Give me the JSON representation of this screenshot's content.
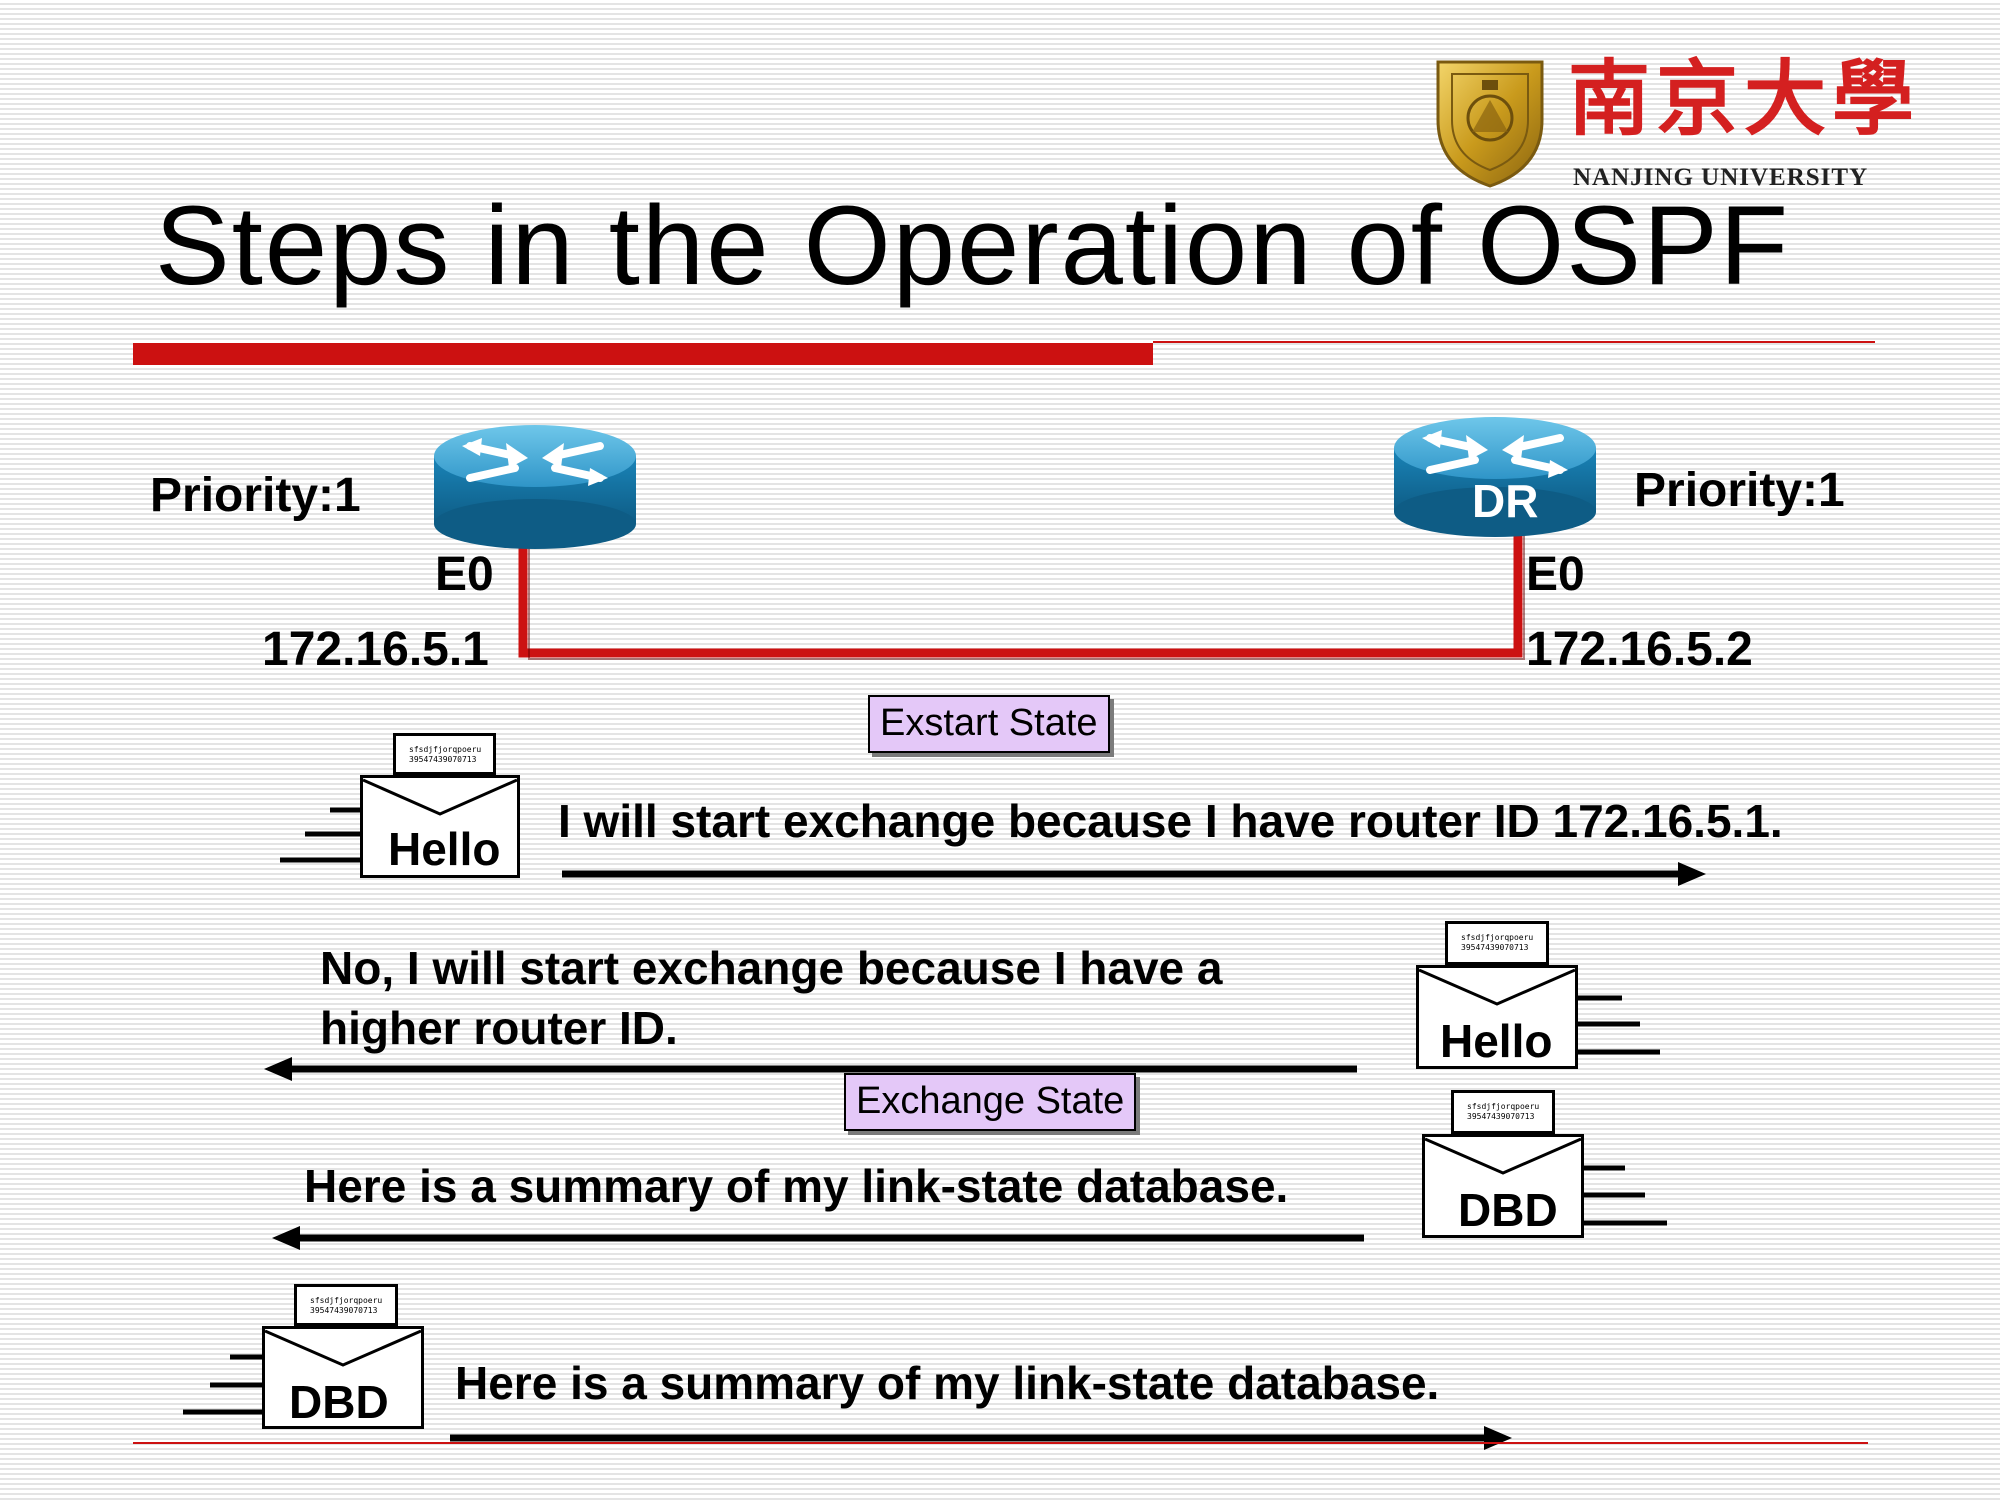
{
  "title": "Steps in the Operation of OSPF",
  "logo": {
    "chinese_name": "南京大學",
    "english_name": "NANJING UNIVERSITY"
  },
  "router_left": {
    "priority": "Priority:1",
    "interface": "E0",
    "ip": "172.16.5.1"
  },
  "router_right": {
    "priority": "Priority:1",
    "interface": "E0",
    "ip": "172.16.5.2",
    "role": "DR"
  },
  "states": {
    "exstart": "Exstart State",
    "exchange": "Exchange State"
  },
  "messages": {
    "m1": "I will start exchange because I have router ID 172.16.5.1.",
    "m2_line1": "No, I will start exchange because I have a",
    "m2_line2": "higher router ID.",
    "m3": "Here is a summary of my link-state database.",
    "m4": "Here is a summary of my link-state database."
  },
  "packets": {
    "hello1": "Hello",
    "hello2": "Hello",
    "dbd1": "DBD",
    "dbd2": "DBD",
    "card_line1": "sfsdjfjorqpoeru",
    "card_line2": "39547439070713"
  },
  "colors": {
    "accent_red": "#cc1111",
    "state_fill": "#e4c8f8",
    "router_blue": "#1a84b8",
    "logo_gold": "#c9a020"
  }
}
